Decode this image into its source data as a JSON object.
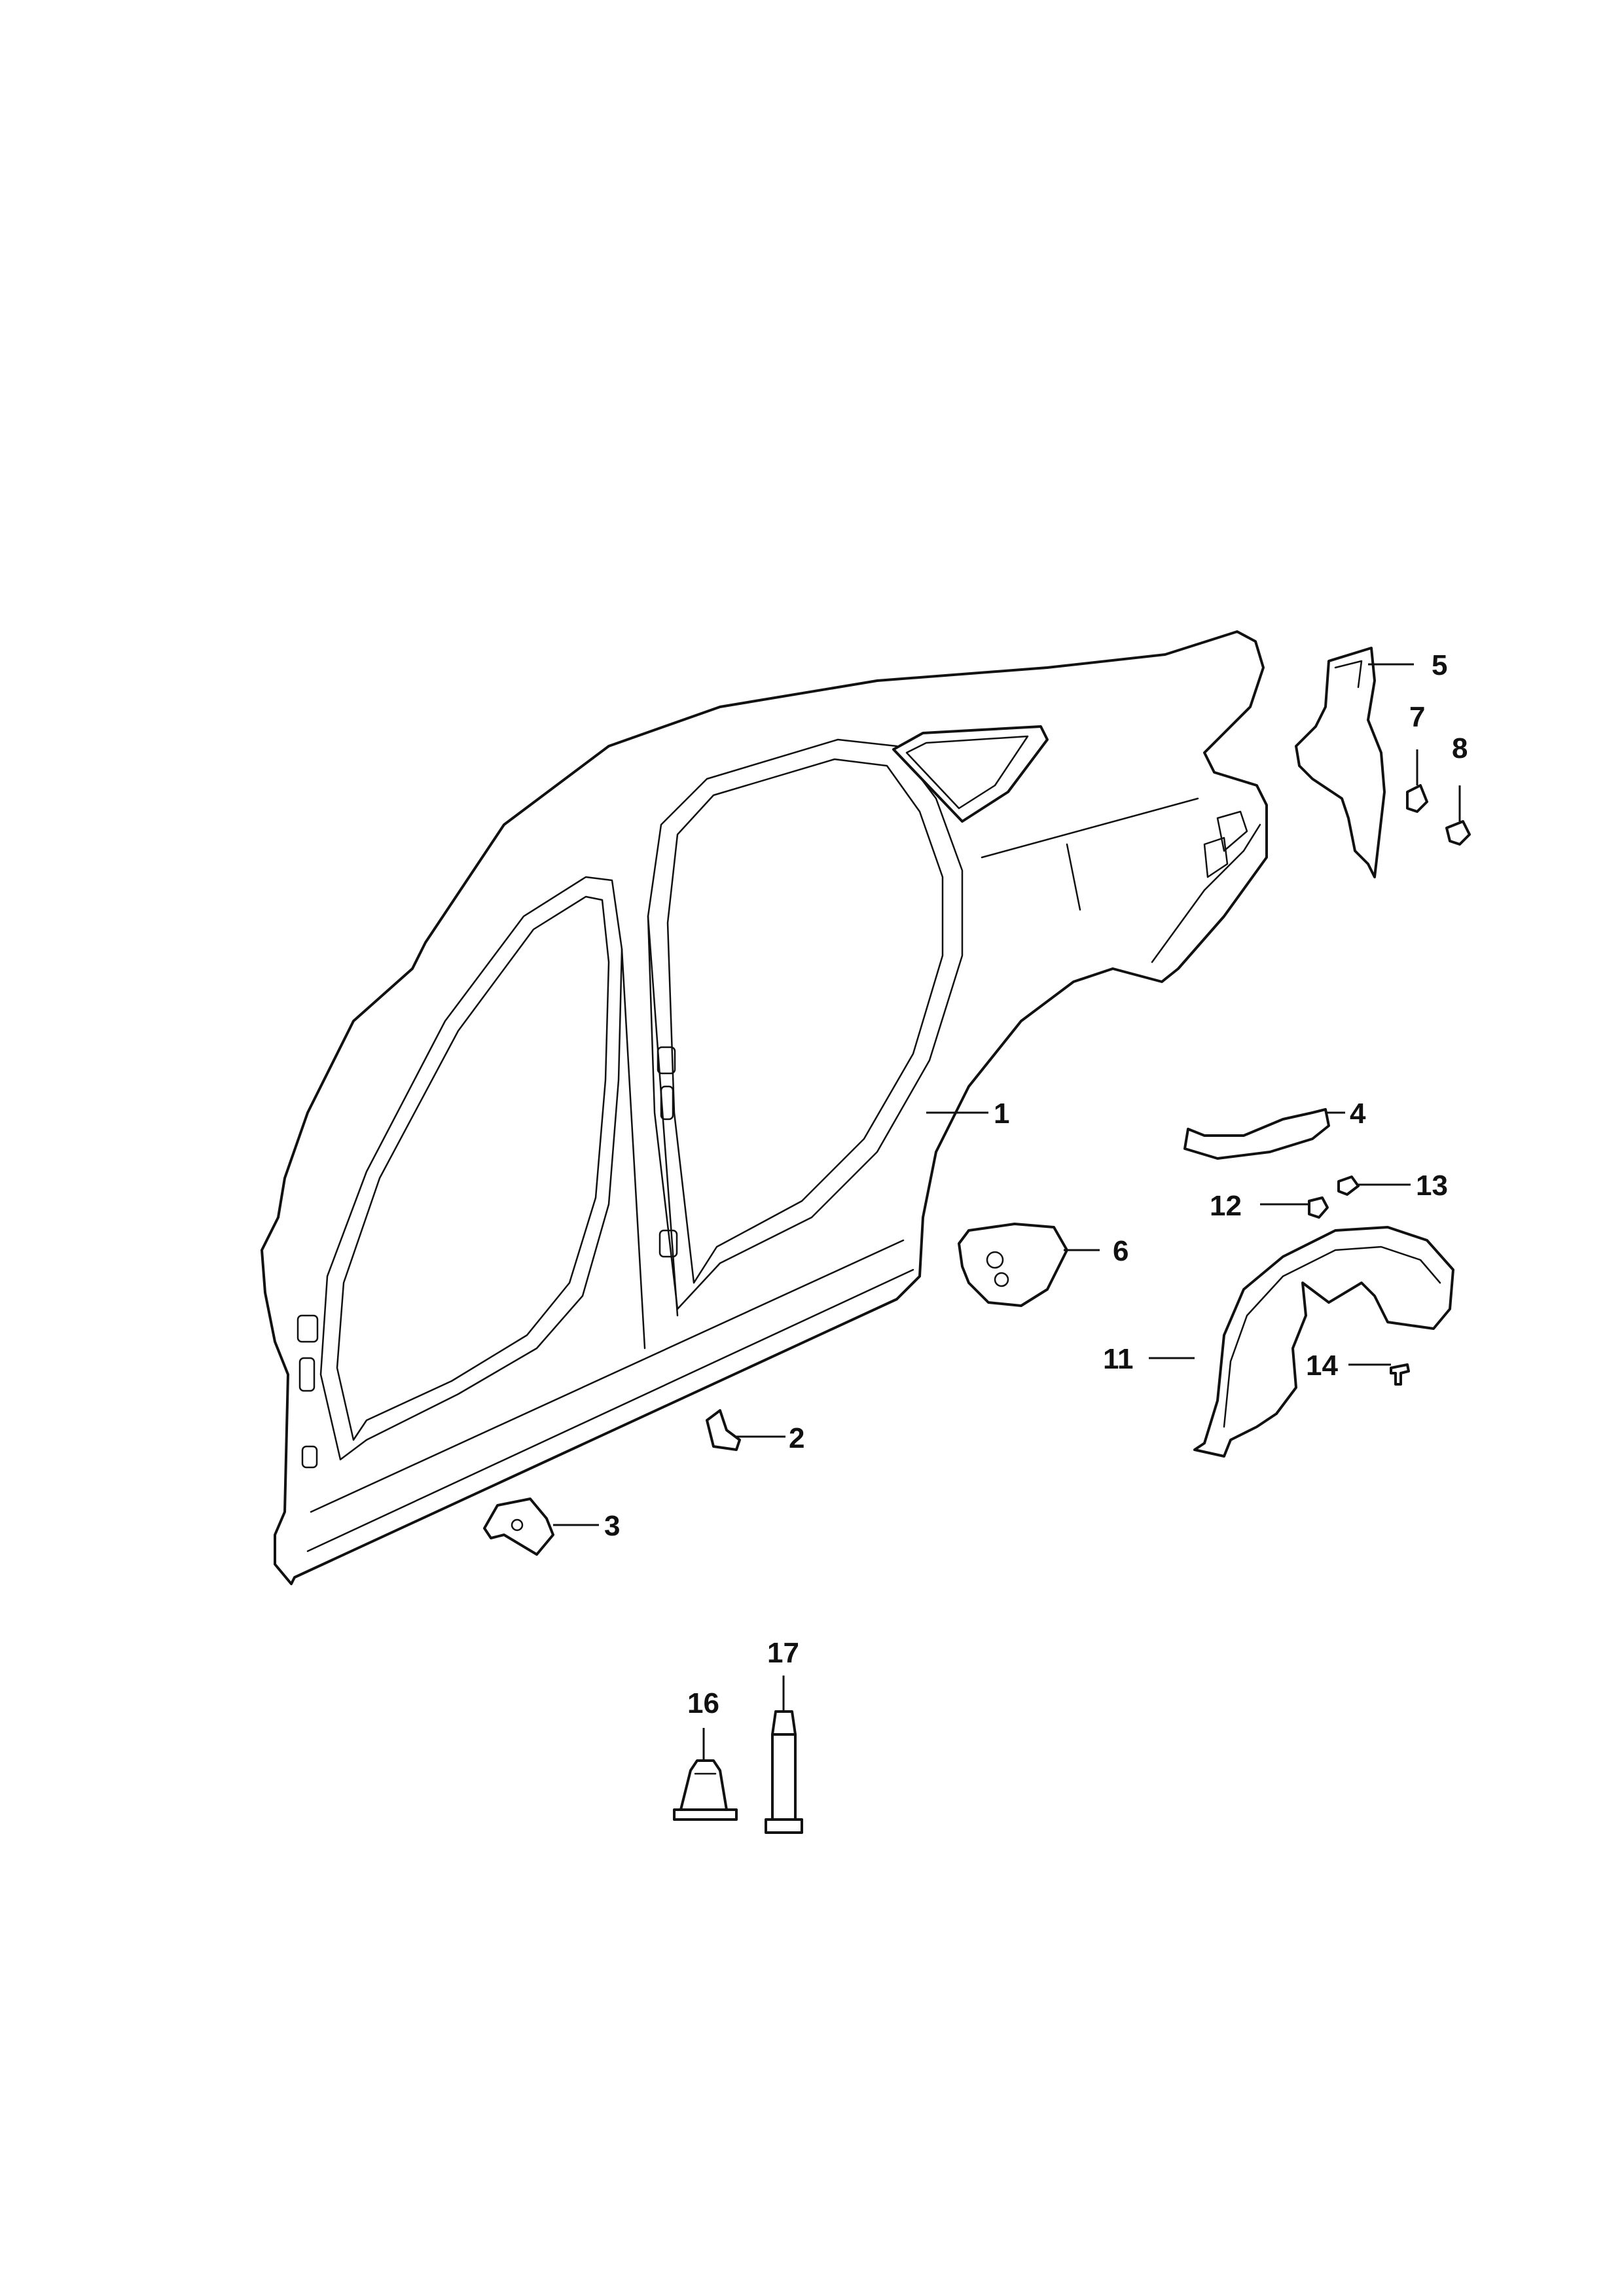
{
  "callouts": {
    "c1": "1",
    "c2": "2",
    "c3": "3",
    "c4": "4",
    "c5": "5",
    "c6": "6",
    "c7": "7",
    "c8": "8",
    "c11": "11",
    "c12": "12",
    "c13": "13",
    "c14": "14",
    "c16": "16",
    "c17": "17"
  },
  "colors": {
    "line": "#111111",
    "background": "#ffffff"
  }
}
